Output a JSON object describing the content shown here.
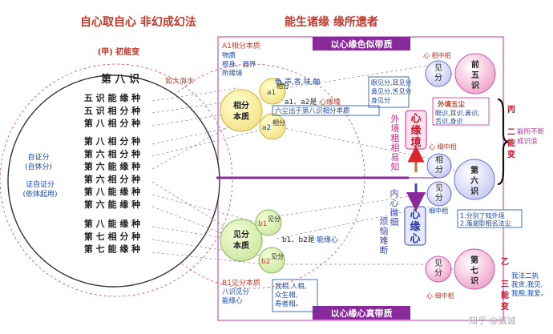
{
  "headings": {
    "left": "自心取自心 非幻成幻法",
    "right": "能生诸缘 缘所遗者"
  },
  "left_circle": {
    "jia_label": "(甲) 初能变",
    "eighth": "第 八 识",
    "ocean": "如大海水",
    "self_proof": "自证分",
    "self_proof_sub": "(自体分)",
    "proof_self_proof": "证自证分",
    "proof_self_proof_sub": "(依体起用)",
    "groups": [
      [
        "五 识 能 缘 种",
        "五 识 相 分 种",
        "第 八 相 分 种"
      ],
      [
        "第 八 相 分 种",
        "第 六 相 分 种",
        "第 六 能 缘 种",
        "第 六 相 分 种",
        "第 八 能 缘 种",
        "第 六 能 缘 种"
      ],
      [
        "第 八 能 缘 种",
        "第 七 相 分 种",
        "第 七 能 缘 种"
      ]
    ]
  },
  "top_band": "以心缘色似带质",
  "bottom_band": "以心缘心真带质",
  "a1_block": {
    "title": "A1相分本质",
    "lines": [
      "物质",
      "根身、器界",
      "所缘境"
    ],
    "circle": [
      "相分",
      "本质"
    ],
    "a1": "a1",
    "a2": "a2",
    "a1_sub": "相分",
    "a2_sub": "相分",
    "senses": "色,声,香,味,触",
    "note_prefix": "a1、a2是",
    "note_highlight": "心缘境",
    "note2": "六尘出于第八识相分本质"
  },
  "b1_block": {
    "title": "B1见分本质",
    "lines": [
      "八识见分",
      "能缘心"
    ],
    "circle": [
      "见分",
      "本质"
    ],
    "b1": "b1",
    "b2": "b2",
    "b1_sub": "见分",
    "b2_sub": "见分",
    "note_prefix": "b1、b2是",
    "note_highlight": "能缘心",
    "note2": [
      "我相,人相,",
      "众生相,",
      "寿者相。"
    ]
  },
  "center": {
    "mind_realm": "心缘境",
    "mind_mind": "心缘心",
    "outer": "外境粗相易知",
    "inner": "内心微细 烦恼难断",
    "five_list": [
      "眼见分,耳见分",
      "鼻见分,舌见分",
      "身见分"
    ]
  },
  "right_nodes": {
    "five": "前五识",
    "six": "第六识",
    "seven": "第七识",
    "see": "见分",
    "xiang": "相分",
    "xin_xiang_zhong": "心 相中相",
    "xin_xi_zhong": "心 细中相",
    "xi_zhong_xiang": "细中相",
    "xin_xi_zhong_xiang": "心 细中相",
    "five_box_title": "外境五尘",
    "five_box": [
      "眼识,耳识,鼻识,",
      "舌识,身识"
    ],
    "six_box": [
      "1.分别了知外境",
      "2.落谢影相名法尘"
    ],
    "bing": "(丙) 二能变",
    "bing_note": [
      "能所不断",
      "成识浪"
    ],
    "yi": "(乙) 三能变",
    "yi_note": [
      "我法二执",
      "我贪,我见,",
      "我痴,我爱。"
    ]
  },
  "watermark": "知乎 @诚诚"
}
